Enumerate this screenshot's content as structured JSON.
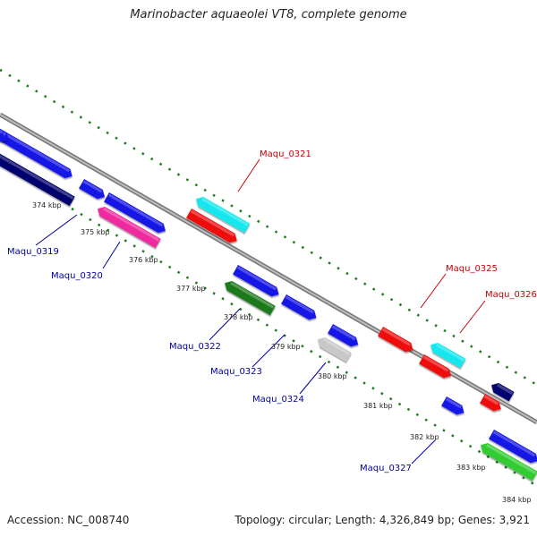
{
  "title": "Marinobacter aquaeolei VT8, complete genome",
  "footer": {
    "accession": "Accession: NC_008740",
    "summary": "Topology: circular; Length: 4,326,849 bp; Genes: 3,921"
  },
  "colors": {
    "backbone": "#8c8c8c",
    "tick": "#1f7a1f",
    "label_forward": "#cc0000",
    "label_reverse": "#00009e"
  },
  "kbp_ticks": [
    "374 kbp",
    "375 kbp",
    "376 kbp",
    "377 kbp",
    "378 kbp",
    "379 kbp",
    "380 kbp",
    "381 kbp",
    "382 kbp",
    "383 kbp",
    "384 kbp"
  ],
  "gene_labels": [
    {
      "text": "Maqu_0319",
      "strand": "reverse"
    },
    {
      "text": "Maqu_0320",
      "strand": "reverse"
    },
    {
      "text": "Maqu_0321",
      "strand": "forward"
    },
    {
      "text": "Maqu_0322",
      "strand": "reverse"
    },
    {
      "text": "Maqu_0323",
      "strand": "reverse"
    },
    {
      "text": "Maqu_0324",
      "strand": "reverse"
    },
    {
      "text": "Maqu_0325",
      "strand": "forward"
    },
    {
      "text": "Maqu_0326",
      "strand": "forward"
    },
    {
      "text": "Maqu_0327",
      "strand": "reverse"
    }
  ],
  "features": [
    {
      "name": "feature-blue-1",
      "color": "#1414e6"
    },
    {
      "name": "feature-blue-2",
      "color": "#1414e6"
    },
    {
      "name": "feature-navy-1",
      "color": "#00006e"
    },
    {
      "name": "feature-blue-3",
      "color": "#1414e6"
    },
    {
      "name": "feature-blue-4",
      "color": "#1414e6"
    },
    {
      "name": "feature-magenta",
      "color": "#ee2a9e"
    },
    {
      "name": "feature-cyan-1",
      "color": "#12e6ee"
    },
    {
      "name": "feature-red-1",
      "color": "#ee1010"
    },
    {
      "name": "feature-blue-5",
      "color": "#1414e6"
    },
    {
      "name": "feature-green-1",
      "color": "#1f7a1f"
    },
    {
      "name": "feature-blue-6",
      "color": "#1414e6"
    },
    {
      "name": "feature-blue-7",
      "color": "#1414e6"
    },
    {
      "name": "feature-gray",
      "color": "#c8c8c8"
    },
    {
      "name": "feature-red-2",
      "color": "#ee1010"
    },
    {
      "name": "feature-cyan-2",
      "color": "#12e6ee"
    },
    {
      "name": "feature-red-3",
      "color": "#ee1010"
    },
    {
      "name": "feature-navy-2",
      "color": "#00006e"
    },
    {
      "name": "feature-red-4",
      "color": "#ee1010"
    },
    {
      "name": "feature-blue-8",
      "color": "#1414e6"
    },
    {
      "name": "feature-blue-9",
      "color": "#1414e6"
    },
    {
      "name": "feature-green-2",
      "color": "#33cc33"
    }
  ]
}
